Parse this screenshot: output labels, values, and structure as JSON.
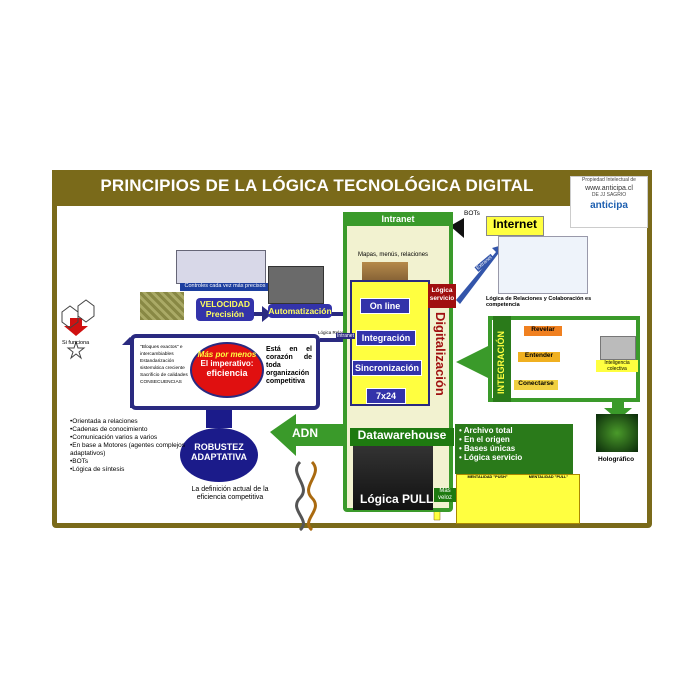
{
  "title": "PRINCIPIOS DE LA LÓGICA TECNOLÓGICA DIGITAL",
  "logo": {
    "line1": "Propiedad Intelectual de",
    "url": "www.anticipa.cl",
    "line3": "DE JJ SAGRIO",
    "brand": "anticipa"
  },
  "top": {
    "intranet": "Intranet",
    "bots": "BOTs",
    "internet": "Internet",
    "mapas": "Mapas, menús, relaciones",
    "controles": "Controles cada vez más precisos",
    "extranet": "Extranet"
  },
  "column": {
    "online": "On line",
    "integracion": "Integración",
    "sincronizacion": "Sincronización",
    "sevenx24": "7x24",
    "logica_servicio": "Lógica servicio",
    "digitalizacion": "Digitalización",
    "datawarehouse": "Datawarehouse",
    "logica_pull": "Lógica PULL",
    "mas_veloz": "Más veloz",
    "lógica_relaciones": "Lógica Relaciones",
    "intranet_small": "Intranet"
  },
  "left": {
    "velocidad": "VELOCIDAD",
    "precision": "Precisión",
    "automatizacion": "Automatización",
    "si_funciona": "Si funciona",
    "mas_por_menos": "Más por menos",
    "el_imperativo": "El imperativo:",
    "eficiencia": "eficiencia",
    "corazon": "Está en el corazón de toda organización competitiva",
    "bullets_small": [
      "\"Bloques exactos\" e intercambiables",
      "Estandarización sistemática creciente",
      "Sacrificio de calidades",
      "CONSECUENCIAS"
    ]
  },
  "bottom_left": {
    "robustez": "ROBUSTEZ ADAPTATIVA",
    "adn": "ADN",
    "definicion": "La definición actual de la eficiencia competitiva",
    "lista": [
      "Orientada a relaciones",
      "Cadenas de conocimiento",
      "Comunicación varios a varios",
      "En base a Motores (agentes complejos adaptativos)",
      "BOTs",
      "Lógica de síntesis"
    ]
  },
  "right": {
    "relaciones": "Lógica de Relaciones y Colaboración es competencia",
    "integracion": "INTEGRACIÓN",
    "steps": [
      "Revelar",
      "Entender",
      "Conectarse"
    ],
    "inteligencia": "Inteligencia colectiva",
    "holografico": "Holográfico",
    "list": [
      "Archivo total",
      "En el origen",
      "Bases únicas",
      "Lógica servicio"
    ],
    "tabla_head": [
      "MENTALIDAD \"PUSH\"",
      "MENTALIDAD \"PULL\""
    ]
  },
  "colors": {
    "frame": "#7a6a1a",
    "green": "#3a9a2a",
    "navy": "#2a2a80",
    "red": "#e01010",
    "yellow": "#ffff40"
  }
}
